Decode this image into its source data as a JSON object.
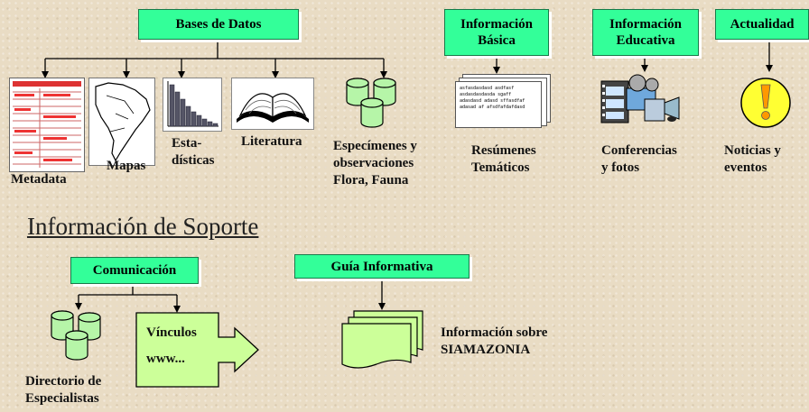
{
  "top": {
    "bases_de_datos": "Bases de Datos",
    "informacion_basica": [
      "Información",
      "Básica"
    ],
    "informacion_educativa": [
      "Información",
      "Educativa"
    ],
    "actualidad": "Actualidad"
  },
  "items": {
    "metadata": "Metadata",
    "mapas": "Mapas",
    "estadisticas": [
      "Esta-",
      "dísticas"
    ],
    "literatura": "Literatura",
    "especimenes": [
      "Especímenes y",
      "observaciones",
      "Flora, Fauna"
    ],
    "resumenes": [
      "Resúmenes",
      "Temáticos"
    ],
    "conferencias": [
      "Conferencias",
      "y fotos"
    ],
    "noticias": [
      "Noticias y",
      "eventos"
    ]
  },
  "document_text": [
    "asfasdasdasd asdfasf",
    "asdasdasdasda sgaff",
    "adasdasd adasd sffasdfaf",
    "adasad af afsdfafdafdasd"
  ],
  "support": {
    "heading": "Información de Soporte",
    "comunicacion": "Comunicación",
    "guia": "Guía Informativa",
    "vinculos": [
      "Vínculos",
      "www..."
    ],
    "directorio": [
      "Directorio de",
      "Especialistas"
    ],
    "informacion_sobre": [
      "Información sobre",
      "SIAMAZONIA"
    ]
  },
  "colors": {
    "box_green": "#33ff99",
    "background": "#e9dcc4",
    "warning_yellow": "#ffff33"
  }
}
